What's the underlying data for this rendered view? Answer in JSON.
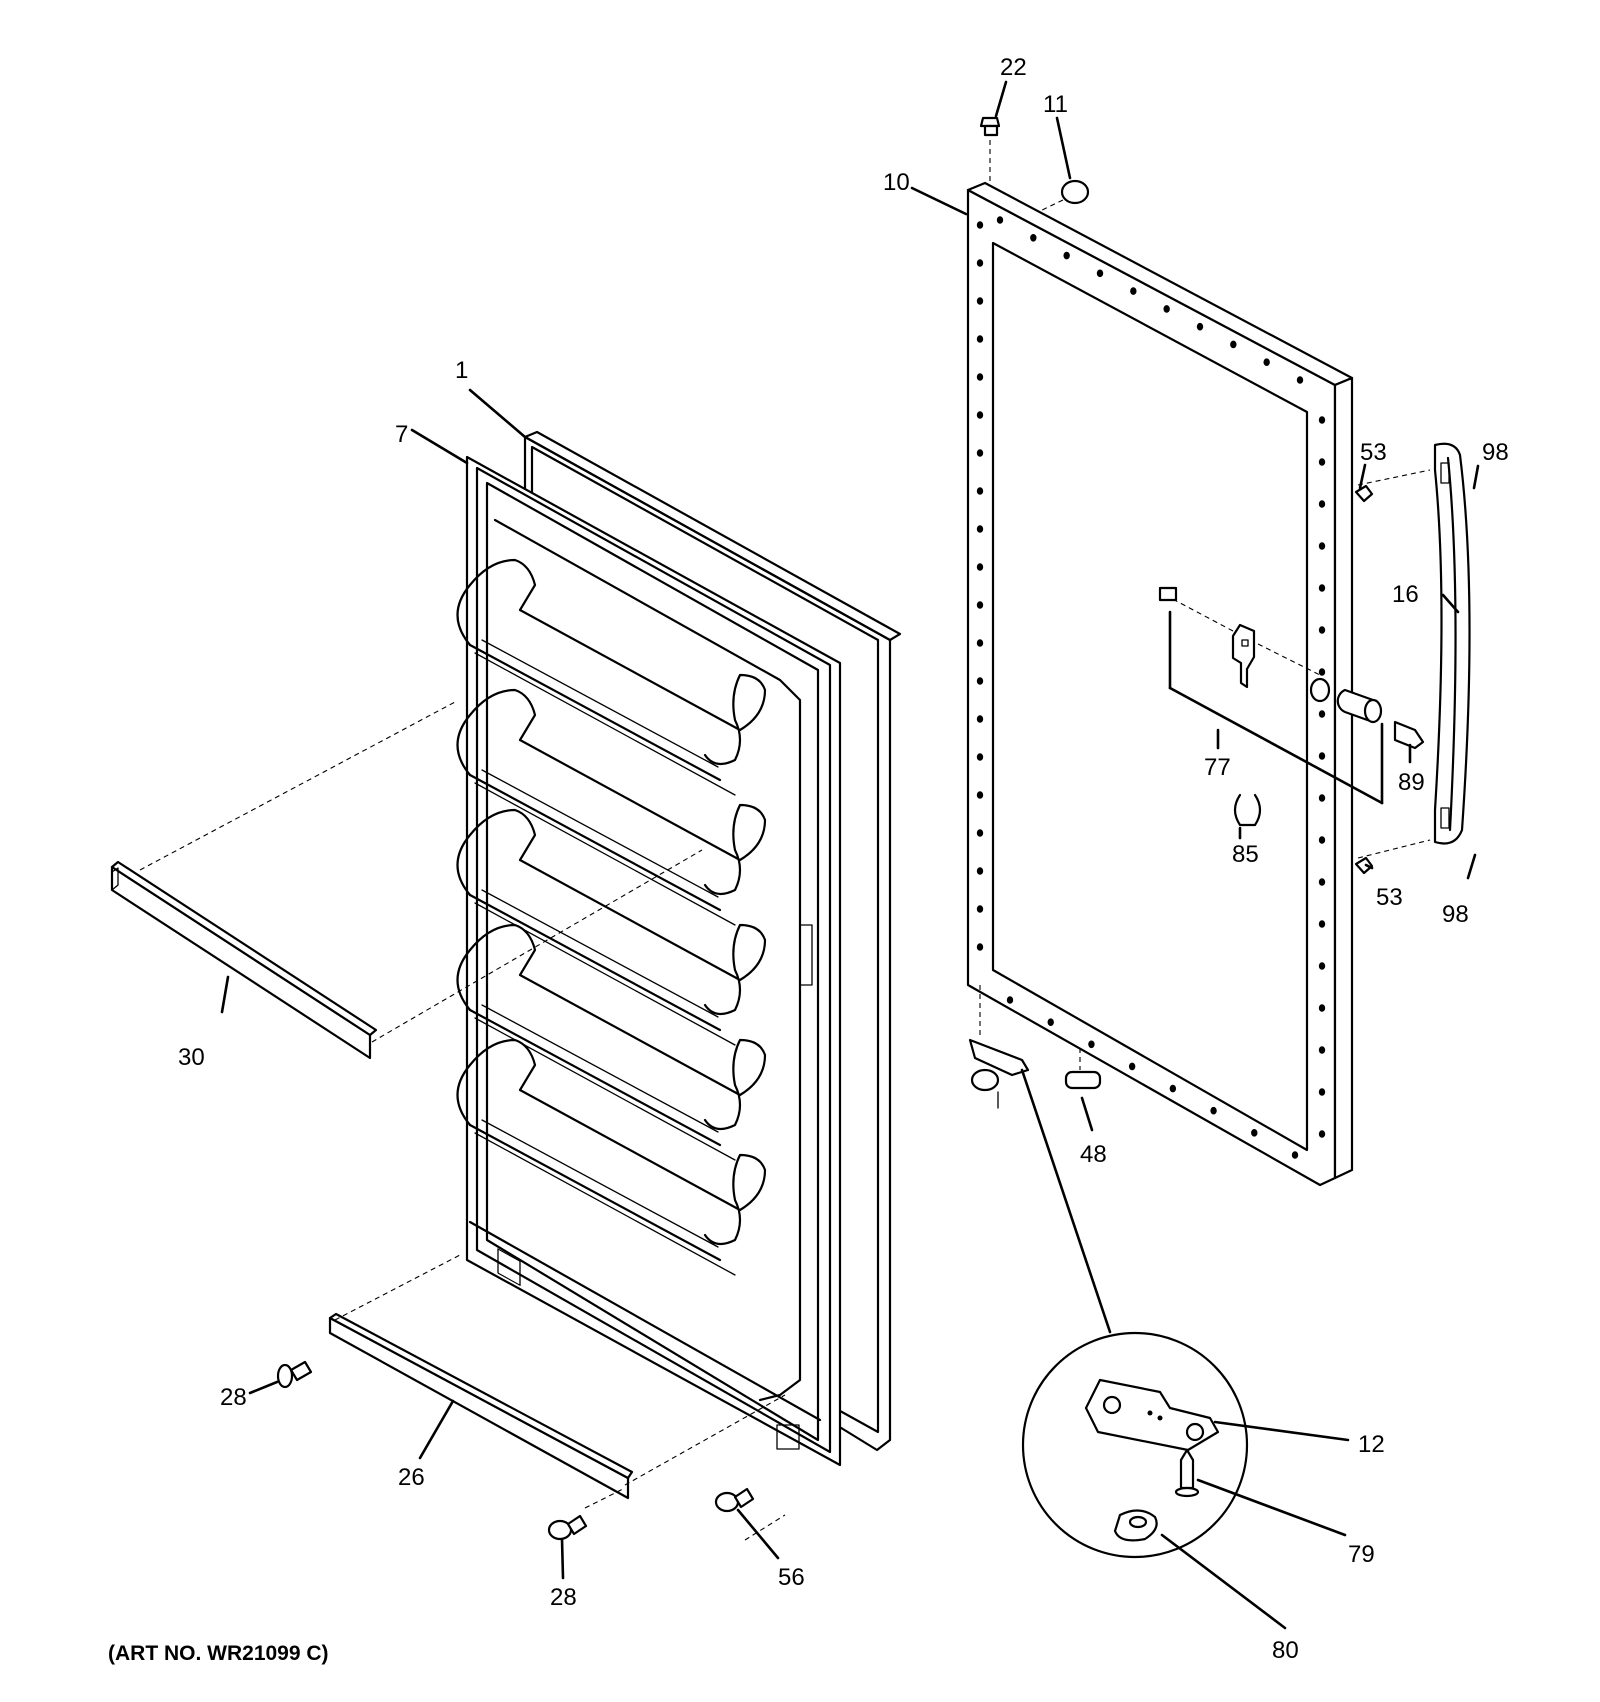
{
  "art_number": "(ART NO. WR21099 C)",
  "callouts": {
    "c1": "1",
    "c7": "7",
    "c10": "10",
    "c11": "11",
    "c12": "12",
    "c16": "16",
    "c22": "22",
    "c26": "26",
    "c28a": "28",
    "c28b": "28",
    "c30": "30",
    "c48": "48",
    "c53a": "53",
    "c53b": "53",
    "c56": "56",
    "c77": "77",
    "c79": "79",
    "c80": "80",
    "c85": "85",
    "c89": "89",
    "c98a": "98",
    "c98b": "98"
  }
}
